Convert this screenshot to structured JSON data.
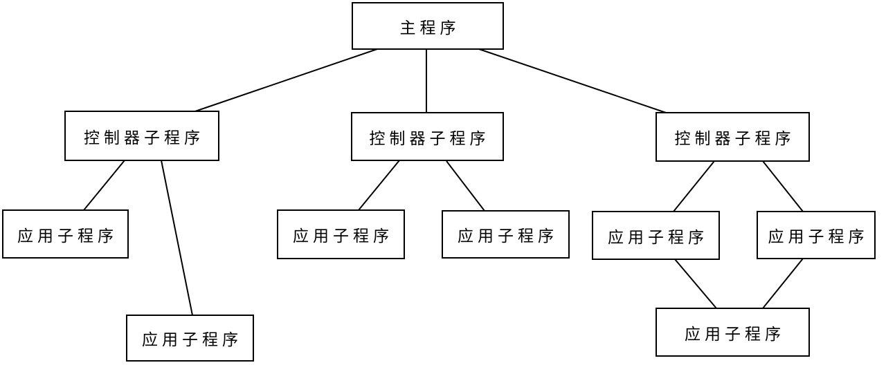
{
  "diagram": {
    "type": "tree",
    "colors": {
      "background": "#ffffff",
      "box_fill": "#ffffff",
      "box_border": "#000000",
      "line": "#000000",
      "text": "#000000"
    },
    "nodes": {
      "main": {
        "label": "主程序"
      },
      "controller1": {
        "label": "控制器子程序"
      },
      "controller2": {
        "label": "控制器子程序"
      },
      "controller3": {
        "label": "控制器子程序"
      },
      "app1": {
        "label": "应用子程序"
      },
      "app2": {
        "label": "应用子程序"
      },
      "app3": {
        "label": "应用子程序"
      },
      "app4": {
        "label": "应用子程序"
      },
      "app5": {
        "label": "应用子程序"
      },
      "app6": {
        "label": "应用子程序"
      },
      "app7": {
        "label": "应用子程序"
      }
    },
    "edges": [
      {
        "from": "main",
        "to": "controller1"
      },
      {
        "from": "main",
        "to": "controller2"
      },
      {
        "from": "main",
        "to": "controller3"
      },
      {
        "from": "controller1",
        "to": "app1"
      },
      {
        "from": "controller1",
        "to": "app2"
      },
      {
        "from": "controller2",
        "to": "app3"
      },
      {
        "from": "controller2",
        "to": "app4"
      },
      {
        "from": "controller3",
        "to": "app5"
      },
      {
        "from": "controller3",
        "to": "app6"
      },
      {
        "from": "app5",
        "to": "app7"
      },
      {
        "from": "app6",
        "to": "app7"
      }
    ]
  }
}
